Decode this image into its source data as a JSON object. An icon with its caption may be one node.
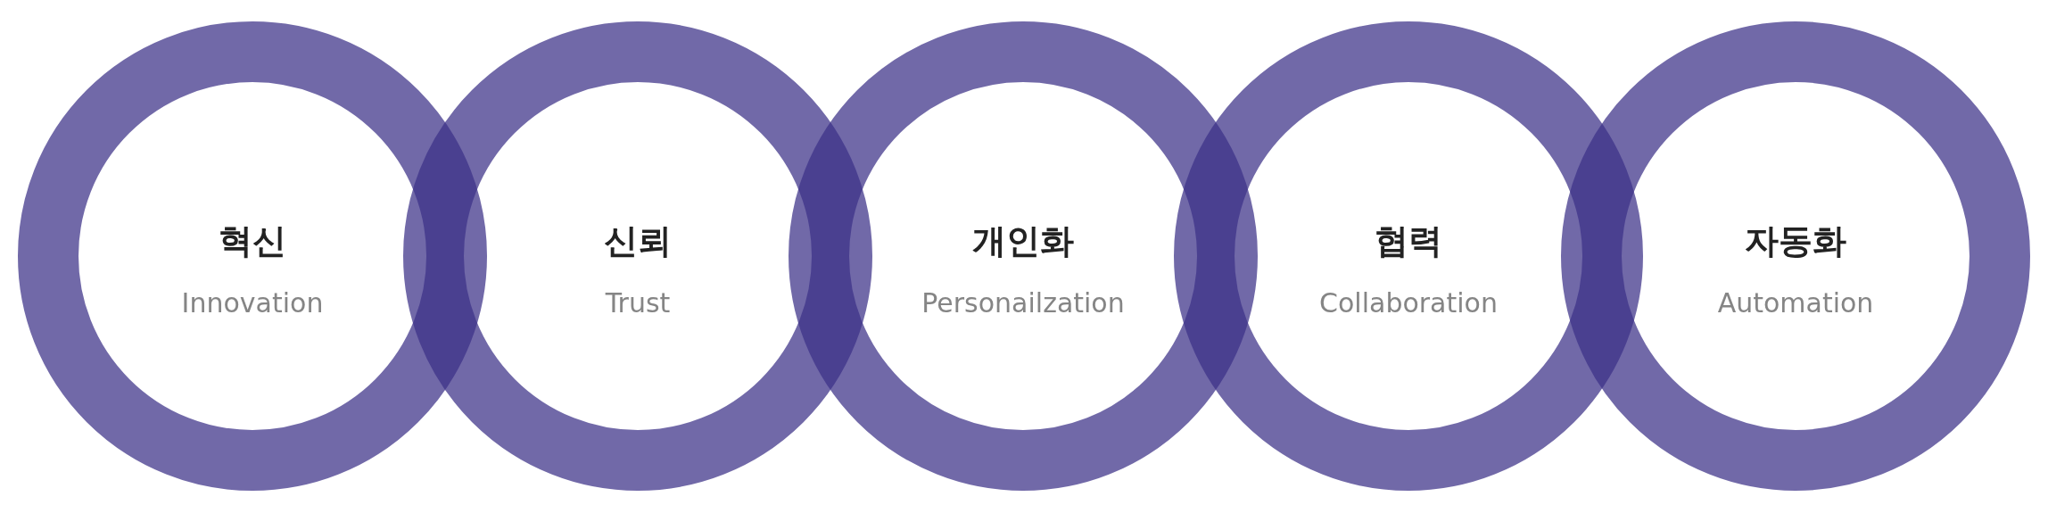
{
  "diagram": {
    "nodes": [
      {
        "text": [
          "혁신",
          "Innovation"
        ]
      },
      {
        "text": [
          "신뢰",
          "Trust"
        ]
      },
      {
        "text": [
          "개인화",
          "Personailzation"
        ]
      },
      {
        "text": [
          "협력",
          "Collaboration"
        ]
      },
      {
        "text": [
          "자동화",
          "Automation"
        ]
      }
    ]
  }
}
